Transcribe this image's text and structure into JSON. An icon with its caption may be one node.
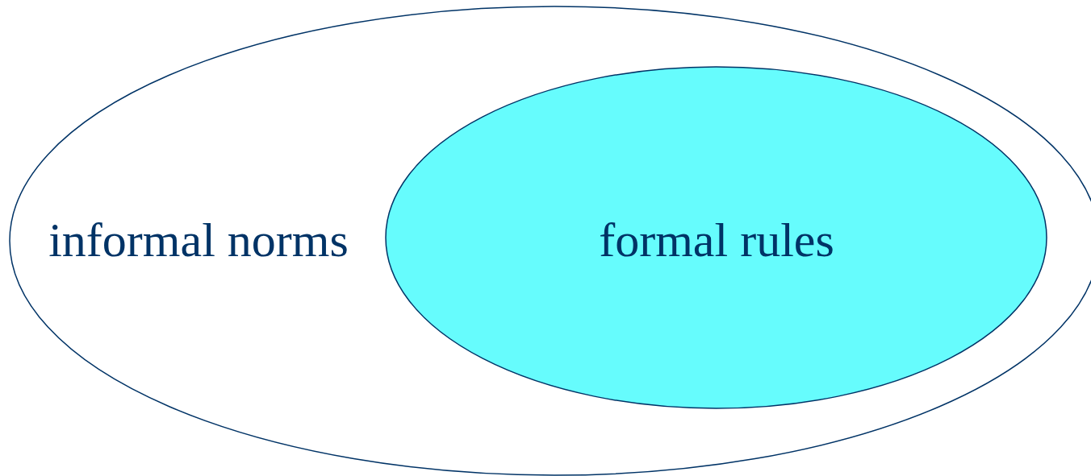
{
  "diagram": {
    "nodes": [
      {
        "text": [
          "informal norms"
        ]
      },
      {
        "text": [
          "formal rules"
        ],
        "in": 0
      }
    ]
  }
}
